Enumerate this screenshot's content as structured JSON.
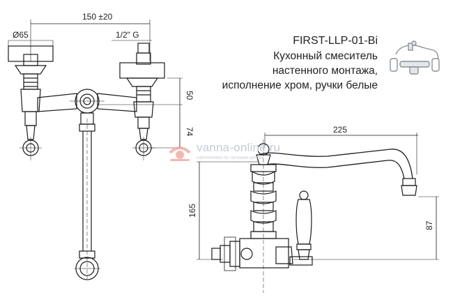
{
  "product": {
    "model": "FIRST-LLP-01-Bi",
    "description_lines": [
      "Кухонный смеситель",
      "настенного монтажа,",
      "исполнение хром, ручки белые"
    ]
  },
  "dimensions": {
    "spacing": "150 ±20",
    "diameter": "Ø65",
    "thread": "1/2\" G",
    "height_50": "50",
    "height_74": "74",
    "spout_reach": "225",
    "height_165": "165",
    "height_87": "87"
  },
  "watermark": {
    "site": "vanna-online.ru",
    "tagline": "сантехника по лучшим ценам"
  },
  "colors": {
    "line": "#1a1a1a",
    "watermark": "#f2a7a0"
  }
}
